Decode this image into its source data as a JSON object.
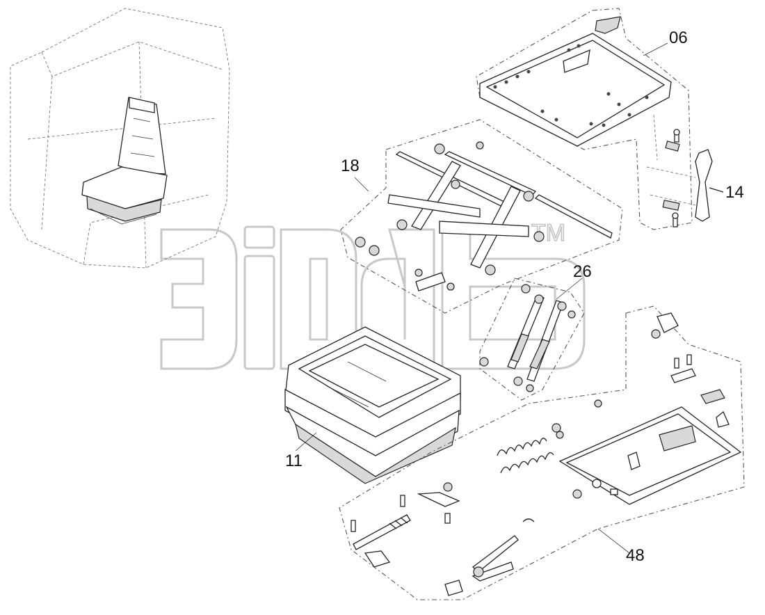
{
  "diagram": {
    "callouts": [
      {
        "id": "06",
        "label": "06"
      },
      {
        "id": "14",
        "label": "14"
      },
      {
        "id": "18",
        "label": "18"
      },
      {
        "id": "26",
        "label": "26"
      },
      {
        "id": "11",
        "label": "11"
      },
      {
        "id": "48",
        "label": "48"
      }
    ],
    "watermark": {
      "trademark": "TM"
    }
  }
}
